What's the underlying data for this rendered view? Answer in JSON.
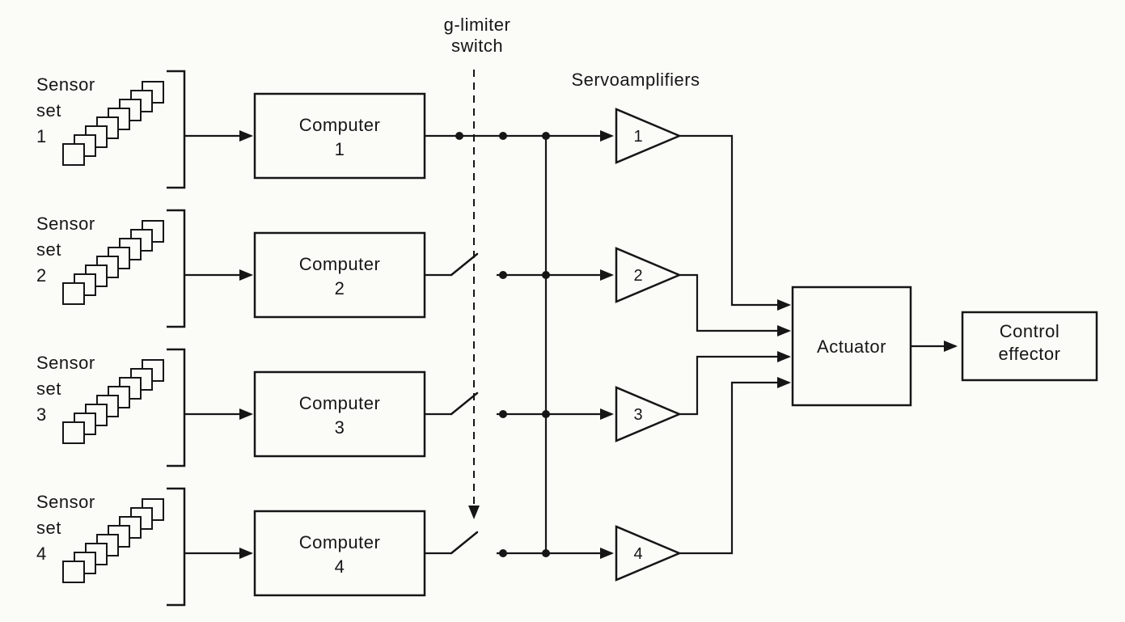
{
  "colors": {
    "background": "#fbfbf8",
    "ink": "#161616"
  },
  "labels": {
    "g_limiter_line1": "g-limiter",
    "g_limiter_line2": "switch",
    "servoamplifiers": "Servoamplifiers",
    "actuator": "Actuator",
    "control_effector_line1": "Control",
    "control_effector_line2": "effector"
  },
  "sensor_sets": [
    {
      "line1": "Sensor",
      "line2": "set",
      "number": "1",
      "square_count": 8
    },
    {
      "line1": "Sensor",
      "line2": "set",
      "number": "2",
      "square_count": 8
    },
    {
      "line1": "Sensor",
      "line2": "set",
      "number": "3",
      "square_count": 8
    },
    {
      "line1": "Sensor",
      "line2": "set",
      "number": "4",
      "square_count": 8
    }
  ],
  "computers": [
    {
      "label": "Computer",
      "number": "1"
    },
    {
      "label": "Computer",
      "number": "2"
    },
    {
      "label": "Computer",
      "number": "3"
    },
    {
      "label": "Computer",
      "number": "4"
    }
  ],
  "servoamplifiers": [
    {
      "number": "1"
    },
    {
      "number": "2"
    },
    {
      "number": "3"
    },
    {
      "number": "4"
    }
  ]
}
